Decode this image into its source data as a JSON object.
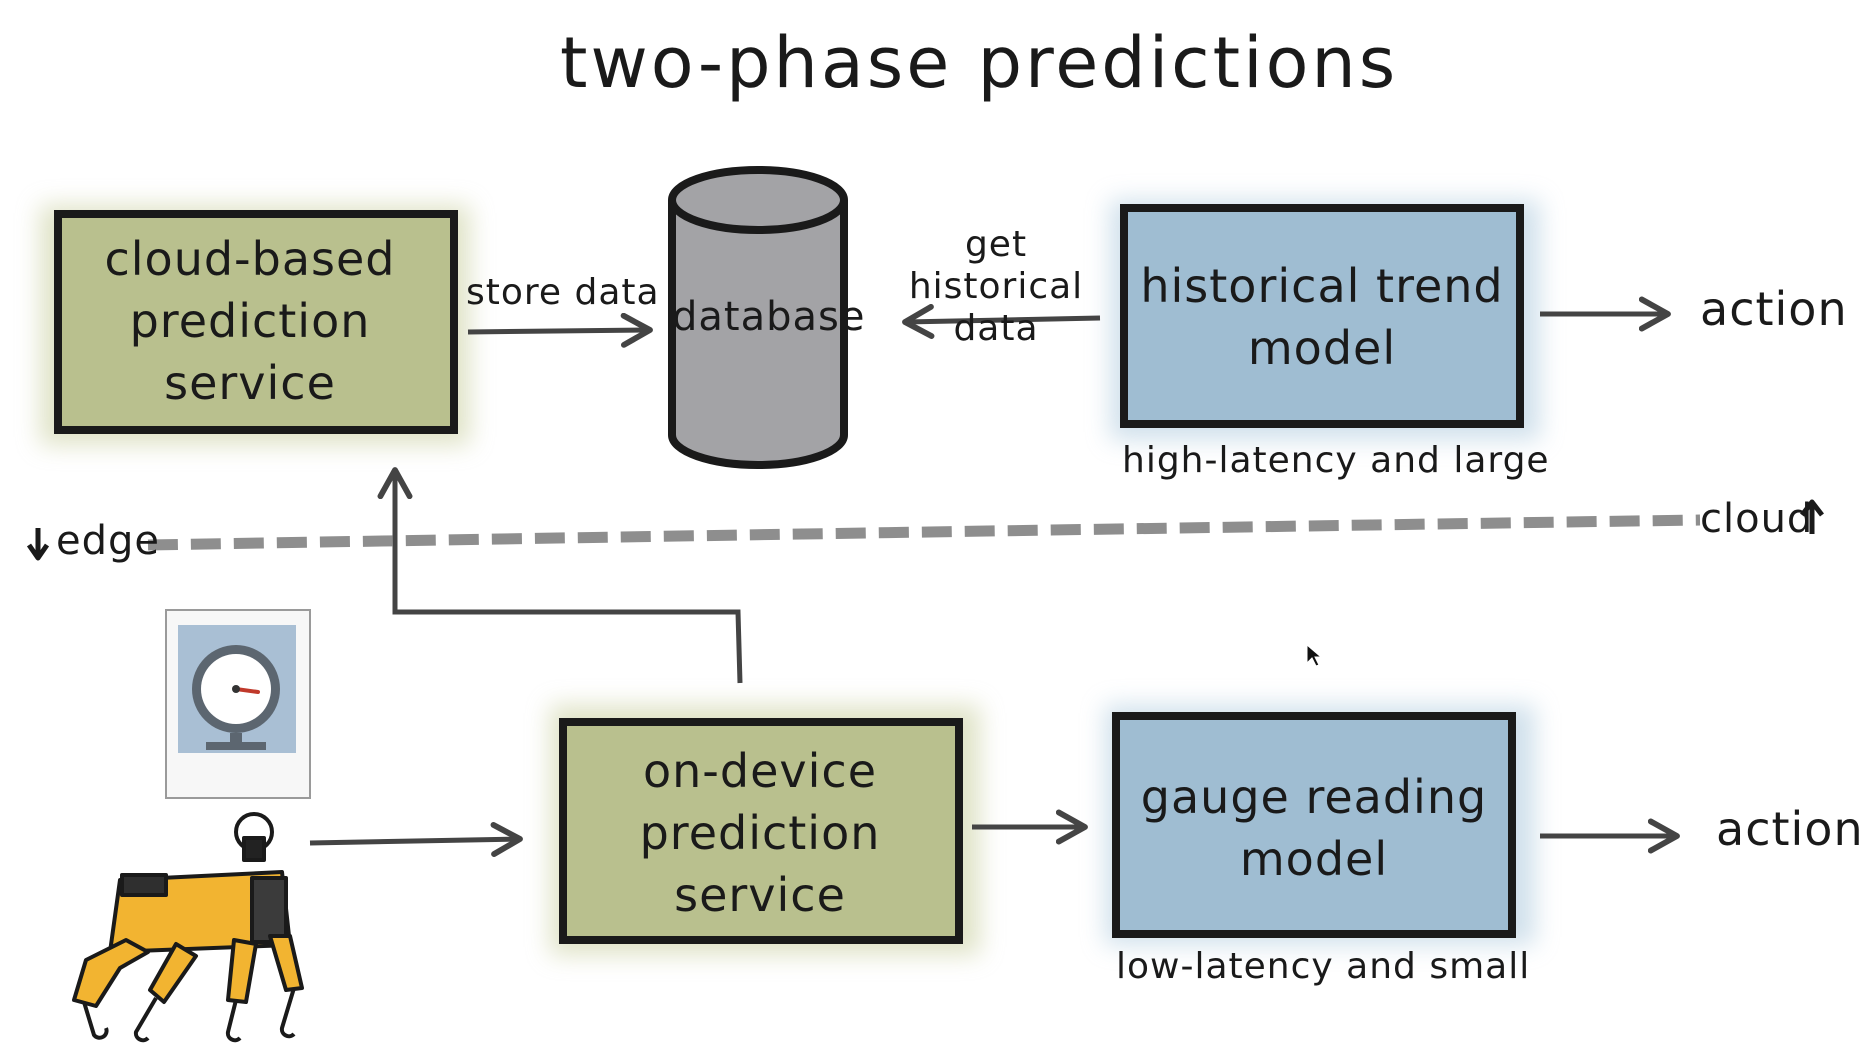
{
  "title": "two-phase predictions",
  "boxes": {
    "cloud_service": {
      "label": "cloud-based prediction service",
      "color": "#b9c08e"
    },
    "database": {
      "label": "database",
      "color": "#a3a3a6"
    },
    "historical_model": {
      "label": "historical trend model",
      "caption": "high-latency and large",
      "color": "#9fbdd2"
    },
    "device_service": {
      "label": "on-device prediction service",
      "color": "#b9c08e"
    },
    "gauge_model": {
      "label": "gauge reading model",
      "caption": "low-latency and small",
      "color": "#9fbdd2"
    }
  },
  "edges": {
    "store_data": "store data",
    "get_historical_data": "get historical data"
  },
  "actions": {
    "top": "action",
    "bottom": "action"
  },
  "zones": {
    "edge": "edge",
    "cloud": "cloud"
  },
  "icons": [
    "gauge-icon",
    "robot-dog-icon",
    "arrow-down-icon",
    "arrow-up-icon"
  ]
}
